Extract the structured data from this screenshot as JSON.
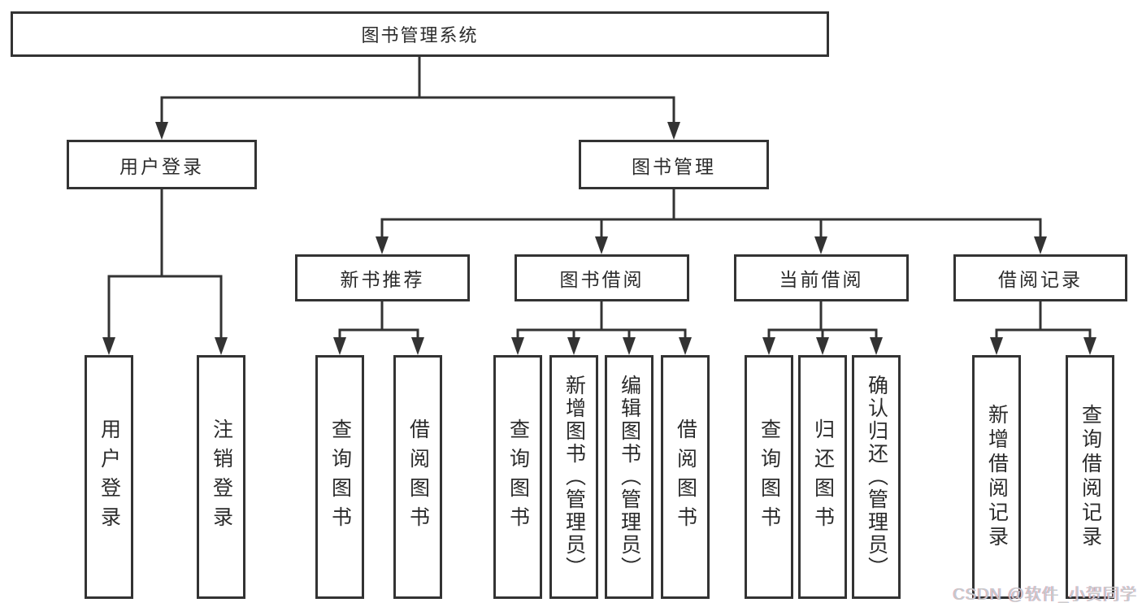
{
  "diagram": {
    "root": "图书管理系统",
    "user_login": {
      "label": "用户登录",
      "leaves": [
        "用户登录",
        "注销登录"
      ]
    },
    "book_mgmt": {
      "label": "图书管理",
      "children": [
        {
          "label": "新书推荐",
          "leaves": [
            "查询图书",
            "借阅图书"
          ]
        },
        {
          "label": "图书借阅",
          "leaves": [
            "查询图书",
            "新增图书（管理员）",
            "编辑图书（管理员）",
            "借阅图书"
          ]
        },
        {
          "label": "当前借阅",
          "leaves": [
            "查询图书",
            "归还图书",
            "确认归还（管理员）"
          ]
        },
        {
          "label": "借阅记录",
          "leaves": [
            "新增借阅记录",
            "查询借阅记录"
          ]
        }
      ]
    }
  },
  "watermark": "CSDN @软件_小贺同学",
  "colors": {
    "line": "#333333",
    "box_border": "#333333",
    "box_fill": "#ffffff",
    "watermark": "#c9c9c9"
  }
}
